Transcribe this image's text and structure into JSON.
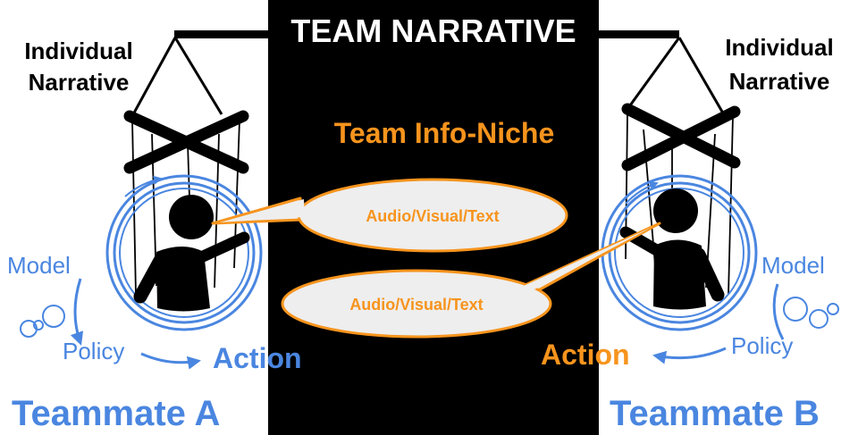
{
  "header": {
    "title": "TEAM NARRATIVE"
  },
  "center": {
    "niche_label": "Team Info-Niche",
    "bubble_a": "Audio/Visual/Text",
    "bubble_b": "Audio/Visual/Text"
  },
  "teammate_a": {
    "narrative_line1": "Individual",
    "narrative_line2": "Narrative",
    "model": "Model",
    "policy": "Policy",
    "action": "Action",
    "name": "Teammate A"
  },
  "teammate_b": {
    "narrative_line1": "Individual",
    "narrative_line2": "Narrative",
    "model": "Model",
    "policy": "Policy",
    "action": "Action",
    "name": "Teammate B"
  },
  "colors": {
    "panel": "#000000",
    "accent_orange": "#f7941d",
    "accent_blue": "#4a86e0",
    "bubble_fill": "#eeeeee"
  }
}
